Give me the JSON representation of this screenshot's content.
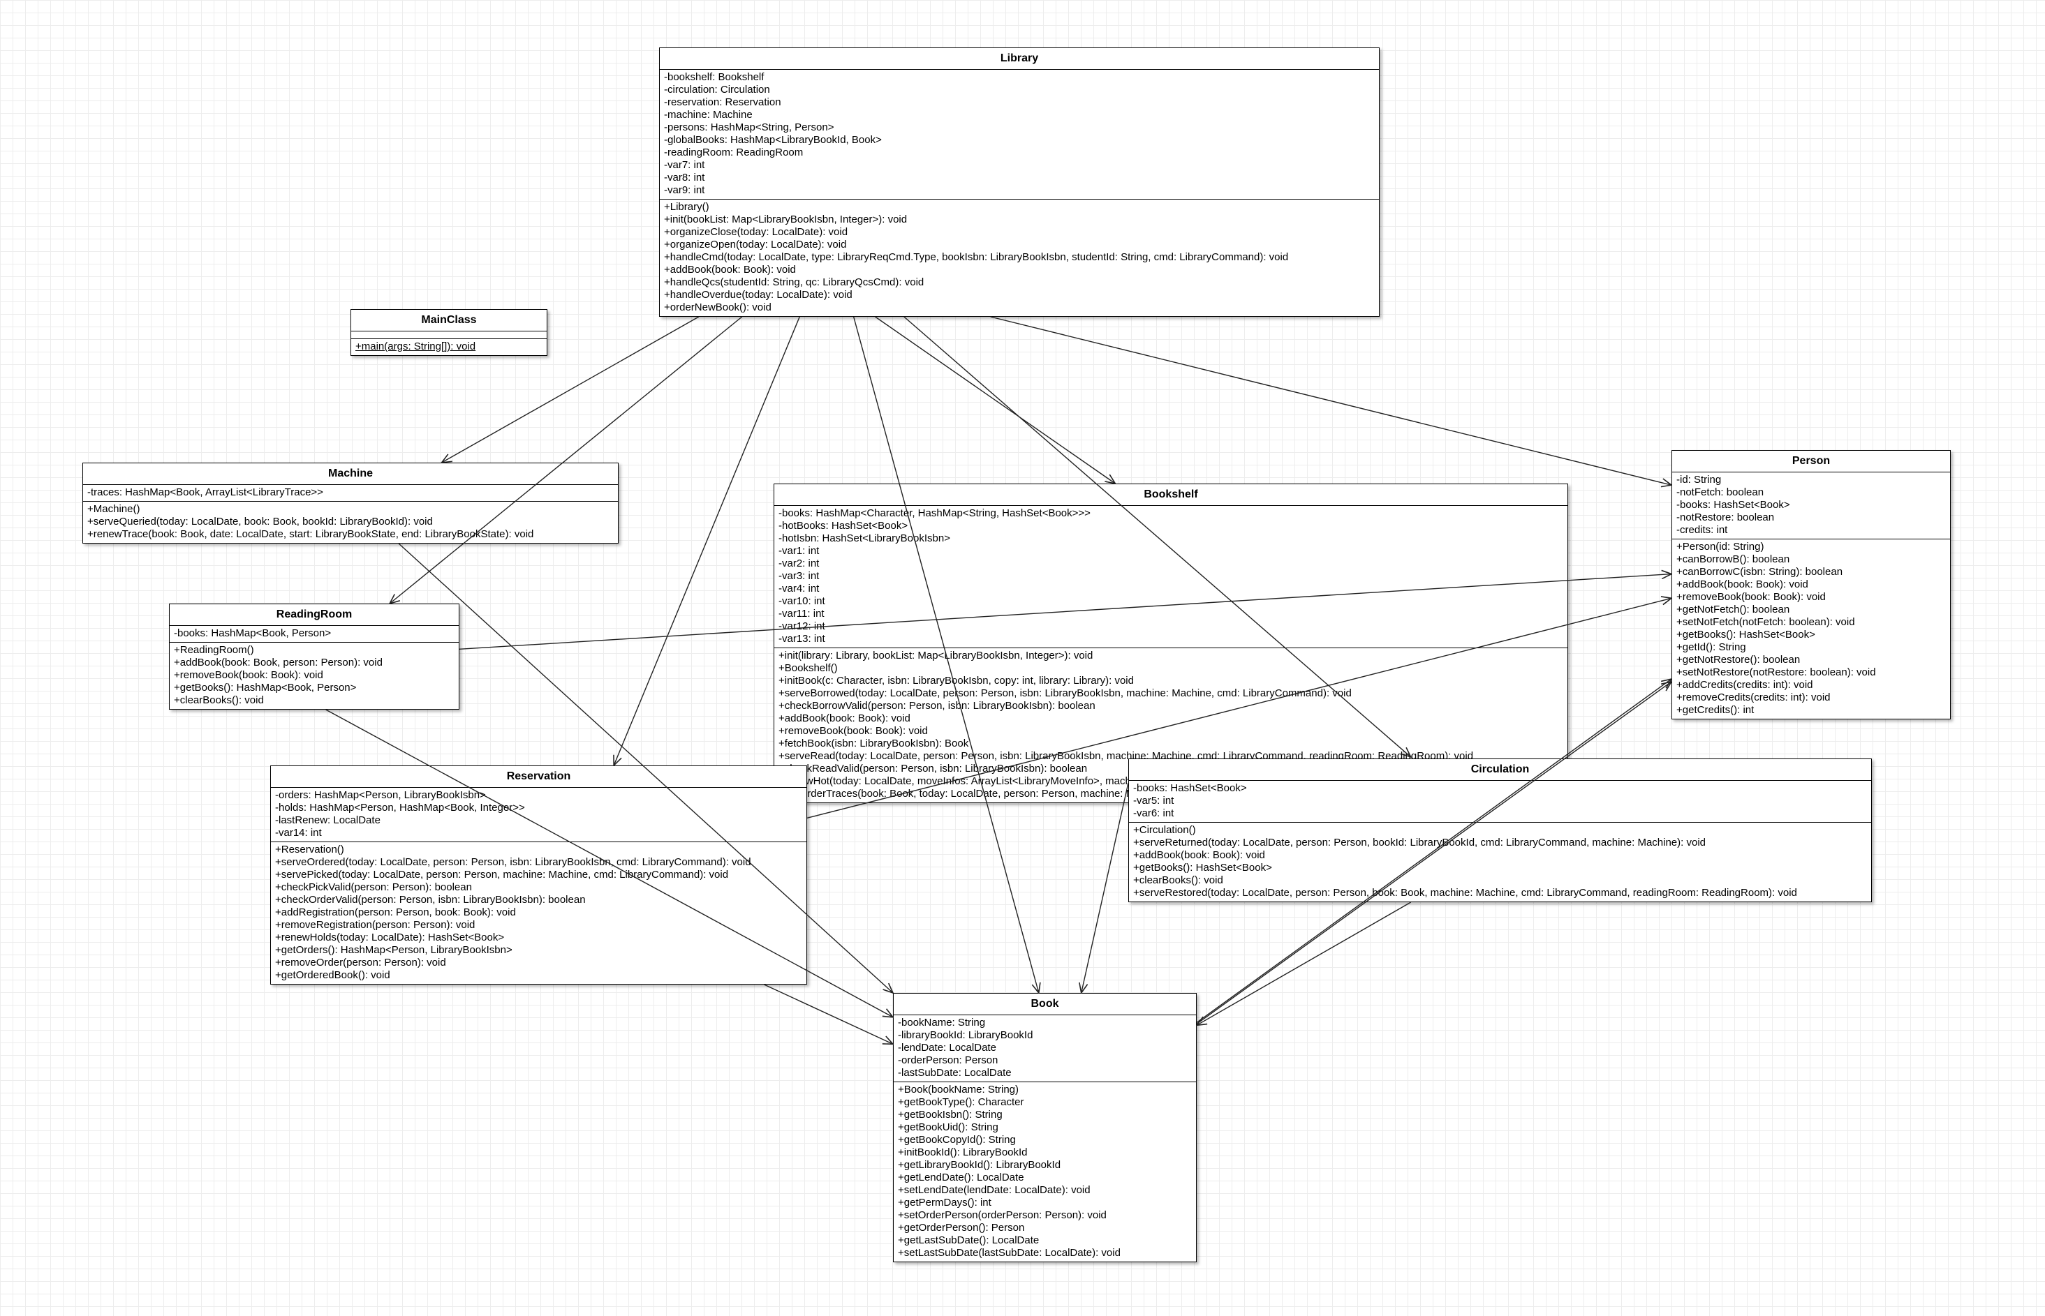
{
  "classes": {
    "library": {
      "name": "Library",
      "attributes": [
        "-bookshelf: Bookshelf",
        "-circulation: Circulation",
        "-reservation: Reservation",
        "-machine: Machine",
        "-persons: HashMap<String, Person>",
        "-globalBooks: HashMap<LibraryBookId, Book>",
        "-readingRoom: ReadingRoom",
        "-var7: int",
        "-var8: int",
        "-var9: int"
      ],
      "methods": [
        "+Library()",
        "+init(bookList: Map<LibraryBookIsbn, Integer>): void",
        "+organizeClose(today: LocalDate): void",
        "+organizeOpen(today: LocalDate): void",
        "+handleCmd(today: LocalDate, type: LibraryReqCmd.Type, bookIsbn: LibraryBookIsbn, studentId: String, cmd: LibraryCommand): void",
        "+addBook(book: Book): void",
        "+handleQcs(studentId: String, qc: LibraryQcsCmd): void",
        "+handleOverdue(today: LocalDate): void",
        "+orderNewBook(): void"
      ]
    },
    "mainclass": {
      "name": "MainClass",
      "attributes": [],
      "methods": [
        "+main(args: String[]): void"
      ]
    },
    "machine": {
      "name": "Machine",
      "attributes": [
        "-traces: HashMap<Book, ArrayList<LibraryTrace>>"
      ],
      "methods": [
        "+Machine()",
        "+serveQueried(today: LocalDate, book: Book, bookId: LibraryBookId): void",
        "+renewTrace(book: Book, date: LocalDate, start: LibraryBookState, end: LibraryBookState): void"
      ]
    },
    "readingroom": {
      "name": "ReadingRoom",
      "attributes": [
        "-books: HashMap<Book, Person>"
      ],
      "methods": [
        "+ReadingRoom()",
        "+addBook(book: Book, person: Person): void",
        "+removeBook(book: Book): void",
        "+getBooks(): HashMap<Book, Person>",
        "+clearBooks(): void"
      ]
    },
    "bookshelf": {
      "name": "Bookshelf",
      "attributes": [
        "-books: HashMap<Character, HashMap<String, HashSet<Book>>>",
        "-hotBooks: HashSet<Book>",
        "-hotIsbn: HashSet<LibraryBookIsbn>",
        "-var1: int",
        "-var2: int",
        "-var3: int",
        "-var4: int",
        "-var10: int",
        "-var11: int",
        "-var12: int",
        "-var13: int"
      ],
      "methods": [
        "+init(library: Library, bookList: Map<LibraryBookIsbn, Integer>): void",
        "+Bookshelf()",
        "+initBook(c: Character, isbn: LibraryBookIsbn, copy: int, library: Library): void",
        "+serveBorrowed(today: LocalDate, person: Person, isbn: LibraryBookIsbn, machine: Machine, cmd: LibraryCommand): void",
        "+checkBorrowValid(person: Person, isbn: LibraryBookIsbn): boolean",
        "+addBook(book: Book): void",
        "+removeBook(book: Book): void",
        "+fetchBook(isbn: LibraryBookIsbn): Book",
        "+serveRead(today: LocalDate, person: Person, isbn: LibraryBookIsbn, machine: Machine, cmd: LibraryCommand, readingRoom: ReadingRoom): void",
        "+checkReadValid(person: Person, isbn: LibraryBookIsbn): boolean",
        "+renewHot(today: LocalDate, moveInfos: ArrayList<LibraryMoveInfo>, machine: Machine): void",
        "+getOrderTraces(book: Book, today: LocalDate, person: Person, machine: Machine): void"
      ]
    },
    "person": {
      "name": "Person",
      "attributes": [
        "-id: String",
        "-notFetch: boolean",
        "-books: HashSet<Book>",
        "-notRestore: boolean",
        "-credits: int"
      ],
      "methods": [
        "+Person(id: String)",
        "+canBorrowB(): boolean",
        "+canBorrowC(isbn: String): boolean",
        "+addBook(book: Book): void",
        "+removeBook(book: Book): void",
        "+getNotFetch(): boolean",
        "+setNotFetch(notFetch: boolean): void",
        "+getBooks(): HashSet<Book>",
        "+getId(): String",
        "+getNotRestore(): boolean",
        "+setNotRestore(notRestore: boolean): void",
        "+addCredits(credits: int): void",
        "+removeCredits(credits: int): void",
        "+getCredits(): int"
      ]
    },
    "reservation": {
      "name": "Reservation",
      "attributes": [
        "-orders: HashMap<Person, LibraryBookIsbn>",
        "-holds: HashMap<Person, HashMap<Book, Integer>>",
        "-lastRenew: LocalDate",
        "-var14: int"
      ],
      "methods": [
        "+Reservation()",
        "+serveOrdered(today: LocalDate, person: Person, isbn: LibraryBookIsbn, cmd: LibraryCommand): void",
        "+servePicked(today: LocalDate, person: Person, machine: Machine, cmd: LibraryCommand): void",
        "+checkPickValid(person: Person): boolean",
        "+checkOrderValid(person: Person, isbn: LibraryBookIsbn): boolean",
        "+addRegistration(person: Person, book: Book): void",
        "+removeRegistration(person: Person): void",
        "+renewHolds(today: LocalDate): HashSet<Book>",
        "+getOrders(): HashMap<Person, LibraryBookIsbn>",
        "+removeOrder(person: Person): void",
        "+getOrderedBook(): void"
      ]
    },
    "circulation": {
      "name": "Circulation",
      "attributes": [
        "-books: HashSet<Book>",
        "-var5: int",
        "-var6: int"
      ],
      "methods": [
        "+Circulation()",
        "+serveReturned(today: LocalDate, person: Person, bookId: LibraryBookId, cmd: LibraryCommand, machine: Machine): void",
        "+addBook(book: Book): void",
        "+getBooks(): HashSet<Book>",
        "+clearBooks(): void",
        "+serveRestored(today: LocalDate, person: Person, book: Book, machine: Machine, cmd: LibraryCommand, readingRoom: ReadingRoom): void"
      ]
    },
    "book": {
      "name": "Book",
      "attributes": [
        "-bookName: String",
        "-libraryBookId: LibraryBookId",
        "-lendDate: LocalDate",
        "-orderPerson: Person",
        "-lastSubDate: LocalDate"
      ],
      "methods": [
        "+Book(bookName: String)",
        "+getBookType(): Character",
        "+getBookIsbn(): String",
        "+getBookUid(): String",
        "+getBookCopyId(): String",
        "+initBookId(): LibraryBookId",
        "+getLibraryBookId(): LibraryBookId",
        "+getLendDate(): LocalDate",
        "+setLendDate(lendDate: LocalDate): void",
        "+getPermDays(): int",
        "+setOrderPerson(orderPerson: Person): void",
        "+getOrderPerson(): Person",
        "+getLastSubDate(): LocalDate",
        "+setLastSubDate(lastSubDate: LocalDate): void"
      ]
    }
  },
  "associations": [
    {
      "from": "Library",
      "to": "Machine"
    },
    {
      "from": "Library",
      "to": "ReadingRoom"
    },
    {
      "from": "Library",
      "to": "Reservation"
    },
    {
      "from": "Library",
      "to": "Book"
    },
    {
      "from": "Library",
      "to": "Bookshelf"
    },
    {
      "from": "Library",
      "to": "Circulation"
    },
    {
      "from": "Library",
      "to": "Person"
    },
    {
      "from": "Machine",
      "to": "Book"
    },
    {
      "from": "ReadingRoom",
      "to": "Person"
    },
    {
      "from": "ReadingRoom",
      "to": "Book"
    },
    {
      "from": "Reservation",
      "to": "Book"
    },
    {
      "from": "Reservation",
      "to": "Person"
    },
    {
      "from": "Circulation",
      "to": "Book"
    },
    {
      "from": "Book",
      "to": "Person"
    },
    {
      "from": "Person",
      "to": "Book"
    }
  ]
}
